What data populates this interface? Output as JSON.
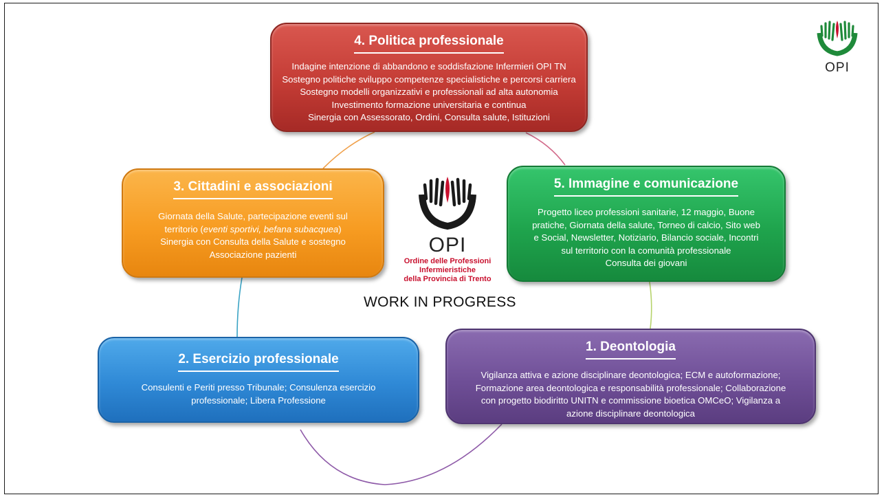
{
  "wip_label": "WORK IN PROGRESS",
  "logo": {
    "text": "OPI",
    "caption": [
      "Ordine delle Professioni",
      "Infermieristiche",
      "della Provincia di Trento"
    ]
  },
  "colors": {
    "red": "#c43c35",
    "orange": "#f79c22",
    "green": "#1fa44d",
    "blue": "#2f89d6",
    "purple": "#6f4f97",
    "logo_red": "#c8102e"
  },
  "boxes": {
    "politica": {
      "title": "4. Politica professionale",
      "lines": [
        "Indagine intenzione di abbandono e soddisfazione Infermieri OPI TN",
        "Sostegno politiche sviluppo competenze specialistiche e percorsi carriera",
        "Sostegno modelli organizzativi e professionali ad alta autonomia",
        "Investimento formazione universitaria e continua",
        "Sinergia con Assessorato, Ordini, Consulta salute, Istituzioni"
      ]
    },
    "cittadini": {
      "title": "3. Cittadini e associazioni",
      "line1": "Giornata della Salute, partecipazione eventi sul",
      "line2_pre": "territorio (",
      "line2_italic": "eventi sportivi, befana subacquea",
      "line2_post": ")",
      "line3": "Sinergia con Consulta della Salute e sostegno",
      "line4": "Associazione pazienti"
    },
    "immagine": {
      "title": "5. Immagine e comunicazione",
      "lines": [
        "Progetto liceo professioni sanitarie, 12 maggio, Buone",
        "pratiche, Giornata della salute, Torneo di calcio, Sito web",
        "e Social, Newsletter, Notiziario, Bilancio sociale, Incontri",
        "sul territorio con la comunità professionale",
        "Consulta dei giovani"
      ]
    },
    "esercizio": {
      "title": "2. Esercizio professionale",
      "lines": [
        "Consulenti e Periti presso Tribunale; Consulenza esercizio",
        "professionale; Libera Professione"
      ]
    },
    "deontologia": {
      "title": "1. Deontologia",
      "lines": [
        "Vigilanza attiva e azione disciplinare deontologica; ECM e autoformazione;",
        "Formazione area deontologica e responsabilità professionale; Collaborazione",
        "con progetto biodiritto UNITN e commissione bioetica OMCeO; Vigilanza a",
        "azione disciplinare deontologica"
      ]
    }
  }
}
